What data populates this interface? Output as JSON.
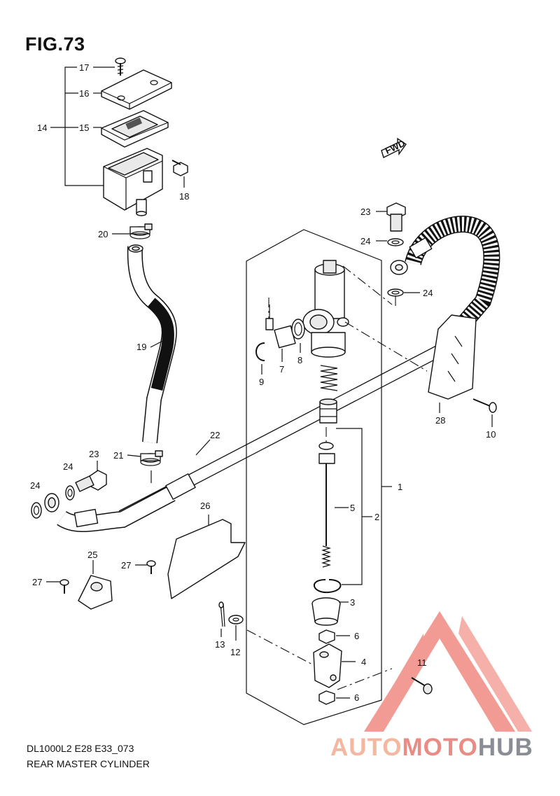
{
  "figure": {
    "title": "FIG.73",
    "model_code": "DL1000L2 E28 E33_073",
    "name": "REAR MASTER CYLINDER"
  },
  "fwd_label": "FWD",
  "callouts": [
    {
      "id": "c17",
      "text": "17"
    },
    {
      "id": "c16",
      "text": "16"
    },
    {
      "id": "c14",
      "text": "14"
    },
    {
      "id": "c15",
      "text": "15"
    },
    {
      "id": "c18",
      "text": "18"
    },
    {
      "id": "c20",
      "text": "20"
    },
    {
      "id": "c19",
      "text": "19"
    },
    {
      "id": "c23a",
      "text": "23"
    },
    {
      "id": "c24a",
      "text": "24"
    },
    {
      "id": "c24b",
      "text": "24"
    },
    {
      "id": "c28",
      "text": "28"
    },
    {
      "id": "c10",
      "text": "10"
    },
    {
      "id": "c9",
      "text": "9"
    },
    {
      "id": "c7",
      "text": "7"
    },
    {
      "id": "c8",
      "text": "8"
    },
    {
      "id": "c1",
      "text": "1"
    },
    {
      "id": "c2",
      "text": "2"
    },
    {
      "id": "c5",
      "text": "5"
    },
    {
      "id": "c3",
      "text": "3"
    },
    {
      "id": "c22",
      "text": "22"
    },
    {
      "id": "c21",
      "text": "21"
    },
    {
      "id": "c23b",
      "text": "23"
    },
    {
      "id": "c24c",
      "text": "24"
    },
    {
      "id": "c24d",
      "text": "24"
    },
    {
      "id": "c26",
      "text": "26"
    },
    {
      "id": "c25",
      "text": "25"
    },
    {
      "id": "c27a",
      "text": "27"
    },
    {
      "id": "c27b",
      "text": "27"
    },
    {
      "id": "c13",
      "text": "13"
    },
    {
      "id": "c12",
      "text": "12"
    },
    {
      "id": "c6a",
      "text": "6"
    },
    {
      "id": "c4",
      "text": "4"
    },
    {
      "id": "c11",
      "text": "11"
    },
    {
      "id": "c6b",
      "text": "6"
    }
  ],
  "watermark": {
    "part1": "AUTO",
    "part2": "MOTO",
    "part3": "HUB",
    "colors": {
      "auto": "#f4b8a0",
      "moto": "#ea8c86",
      "hub": "#8a8d93",
      "triangle": "#f08a82"
    }
  }
}
